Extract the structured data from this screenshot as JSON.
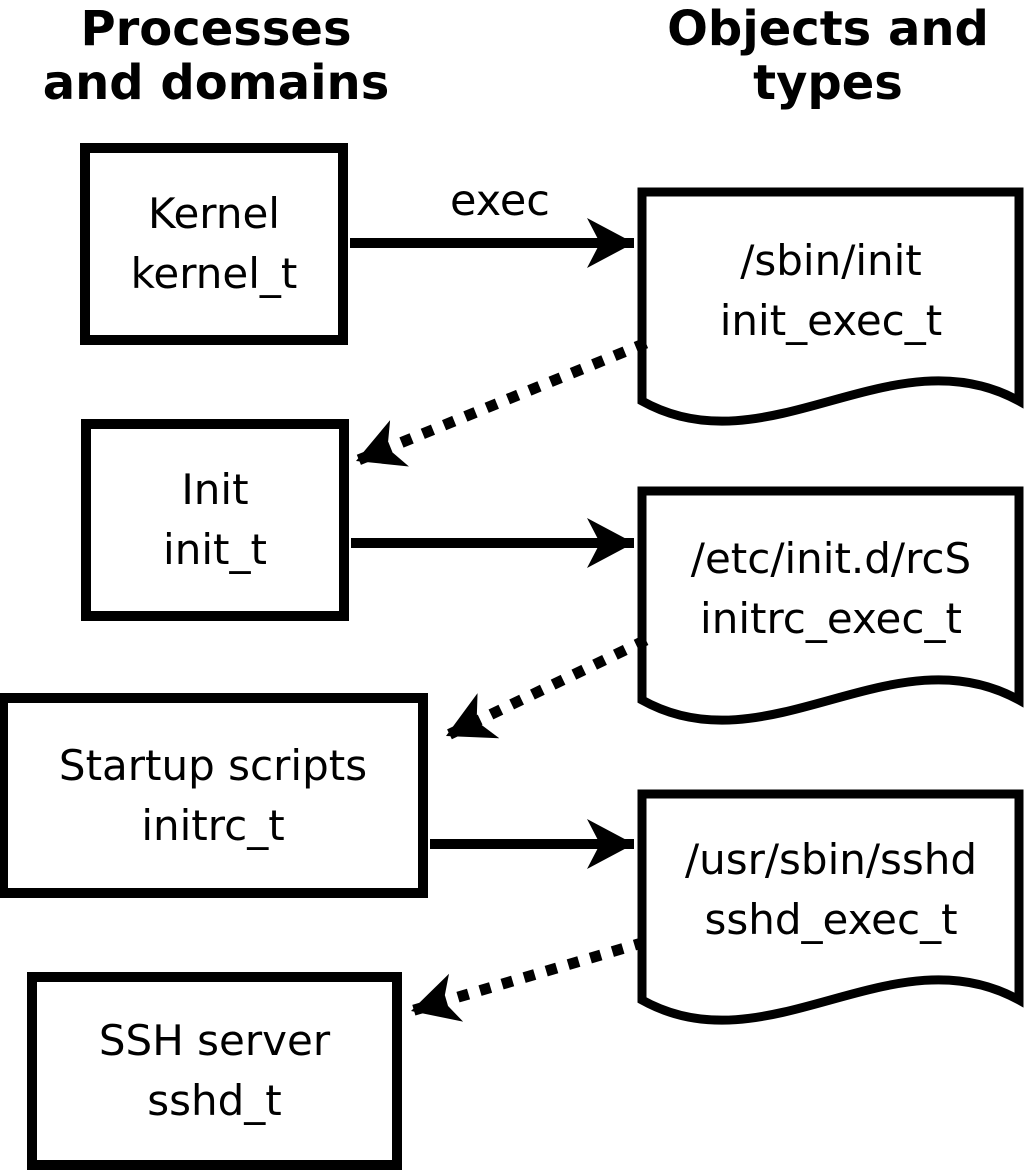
{
  "titles": {
    "left": "Processes\nand domains",
    "right": "Objects and\ntypes"
  },
  "arrow_label": "exec",
  "processes": [
    {
      "name": "Kernel",
      "type": "kernel_t"
    },
    {
      "name": "Init",
      "type": "init_t"
    },
    {
      "name": "Startup scripts",
      "type": "initrc_t"
    },
    {
      "name": "SSH server",
      "type": "sshd_t"
    }
  ],
  "objects": [
    {
      "path": "/sbin/init",
      "type": "init_exec_t"
    },
    {
      "path": "/etc/init.d/rcS",
      "type": "initrc_exec_t"
    },
    {
      "path": "/usr/sbin/sshd",
      "type": "sshd_exec_t"
    }
  ],
  "colors": {
    "foreground": "#000000",
    "background": "#ffffff"
  }
}
